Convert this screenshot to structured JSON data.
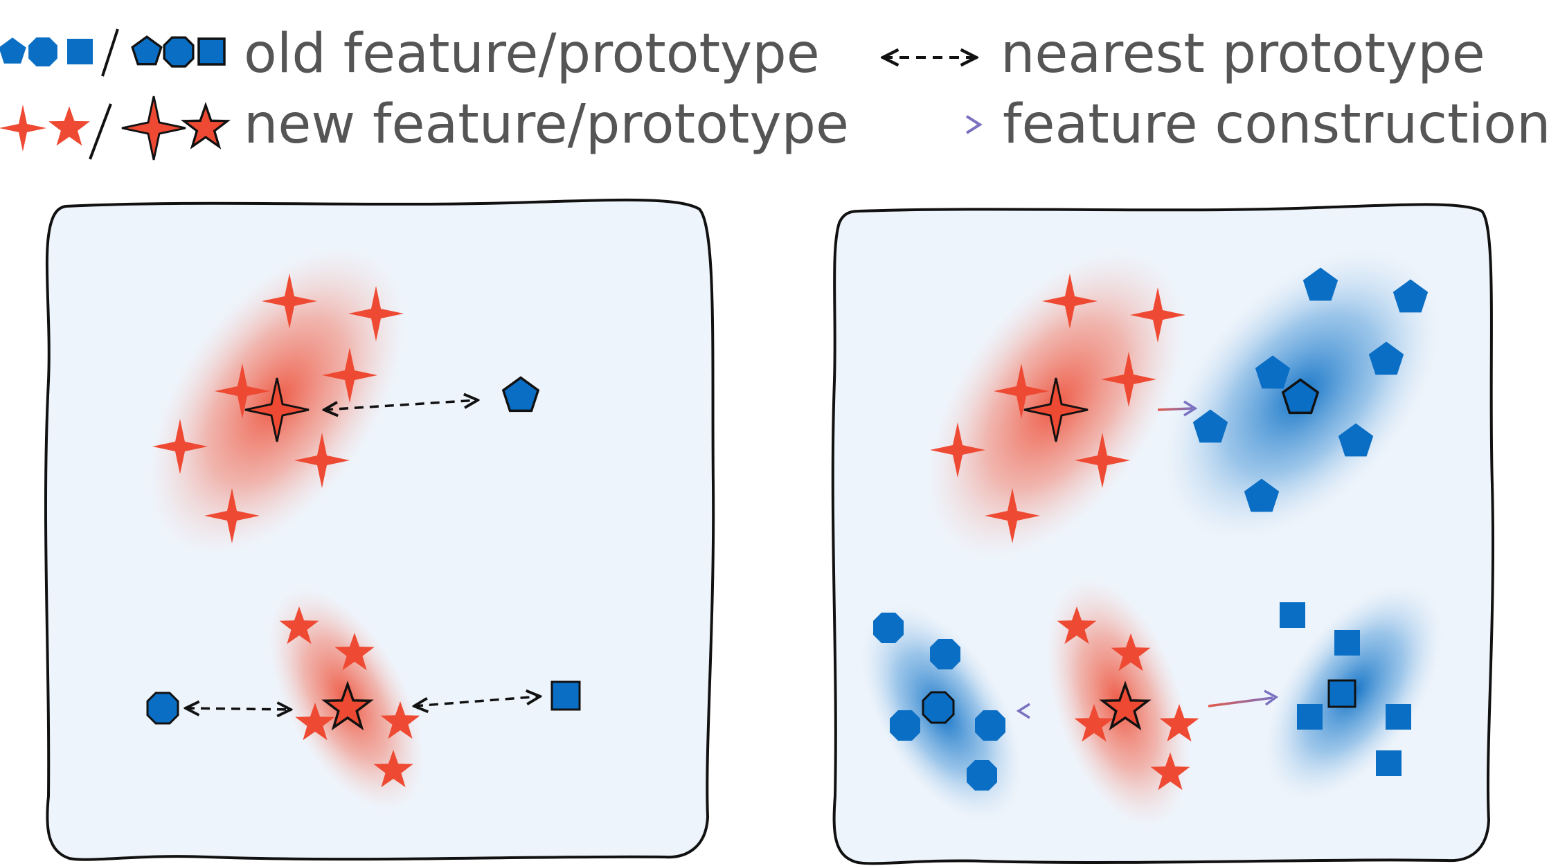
{
  "legend": {
    "old_label": "old feature/prototype",
    "new_label": "new feature/prototype",
    "nearest_label": "nearest prototype",
    "construction_label": "feature construction"
  },
  "colors": {
    "red": "#ee4a33",
    "blue": "#0a6ec4",
    "panel_bg": "#eef4fb",
    "outline": "#111111",
    "text": "#555555"
  }
}
